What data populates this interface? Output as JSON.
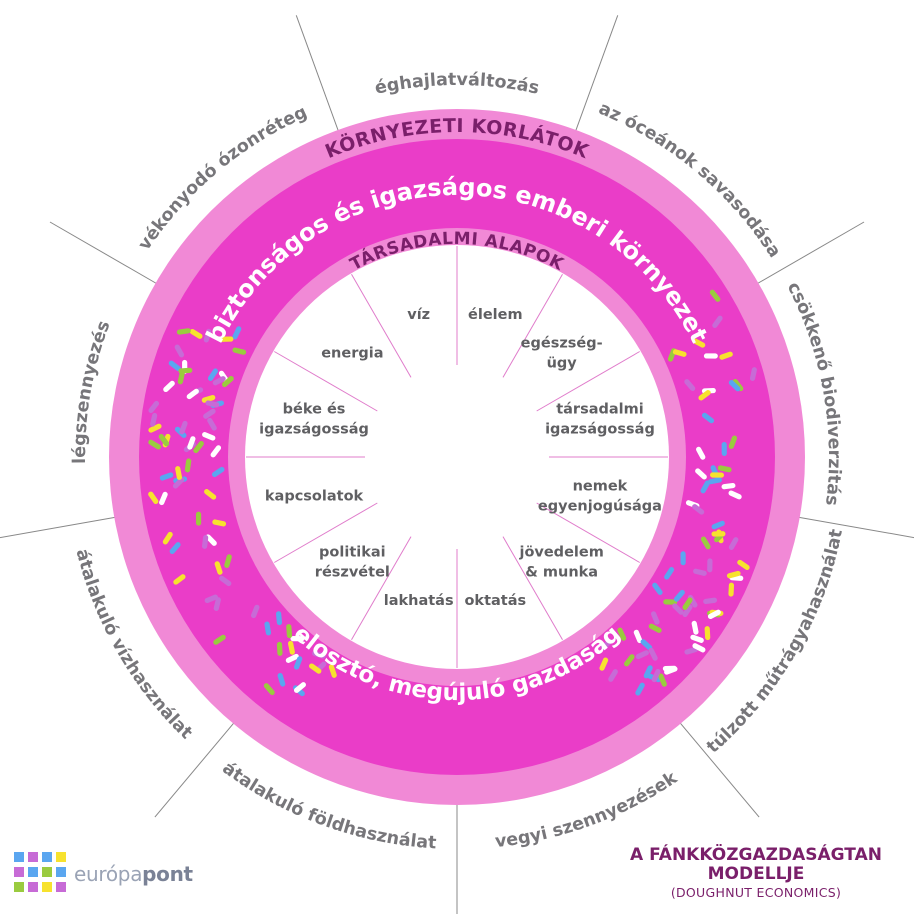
{
  "diagram": {
    "outer_boundary_label": "KÖRNYEZETI KORLÁTOK",
    "inner_boundary_label": "TÁRSADALMI ALAPOK",
    "top_arc_label": "biztonságos és igazságos emberi környezet",
    "bottom_arc_label": "elosztó, megújuló gazdaság",
    "ecological_ceiling": [
      "éghajlatváltozás",
      "az óceánok savasodása",
      "csökkenő biodiverzitás",
      "túlzott műtrágyahasználat",
      "vegyi szennyezések",
      "átalakuló földhasználat",
      "átalakuló vízhasználat",
      "légszennyezés",
      "vékonyodó ózonréteg"
    ],
    "social_foundation": [
      {
        "lines": [
          "élelem"
        ]
      },
      {
        "lines": [
          "egészség-",
          "ügy"
        ]
      },
      {
        "lines": [
          "társadalmi",
          "igazságosság"
        ]
      },
      {
        "lines": [
          "nemek",
          "egyenjogúsága"
        ]
      },
      {
        "lines": [
          "jövedelem",
          "& munka"
        ]
      },
      {
        "lines": [
          "oktatás"
        ]
      },
      {
        "lines": [
          "lakhatás"
        ]
      },
      {
        "lines": [
          "politikai",
          "részvétel"
        ]
      },
      {
        "lines": [
          "kapcsolatok"
        ]
      },
      {
        "lines": [
          "béke és",
          "igazságosság"
        ]
      },
      {
        "lines": [
          "energia"
        ]
      },
      {
        "lines": [
          "víz"
        ]
      }
    ]
  },
  "title": {
    "line1": "A FÁNKKÖZGAZDASÁGTAN",
    "line2": "MODELLJE",
    "subtitle": "(DOUGHNUT ECONOMICS)"
  },
  "logo": {
    "text_light": "európa",
    "text_bold": "pont"
  },
  "colors": {
    "ring_light": "#f189d6",
    "ring_dark": "#ea3dc8",
    "label_dark": "#7a1f6a",
    "ceiling_text": "#77767a",
    "foundation_text": "#5f5f62",
    "divider": "#e07ccb",
    "sprinkles": [
      "#f7e22e",
      "#9acb3f",
      "#5aa6f0",
      "#c76bd6",
      "#ffffff"
    ]
  }
}
